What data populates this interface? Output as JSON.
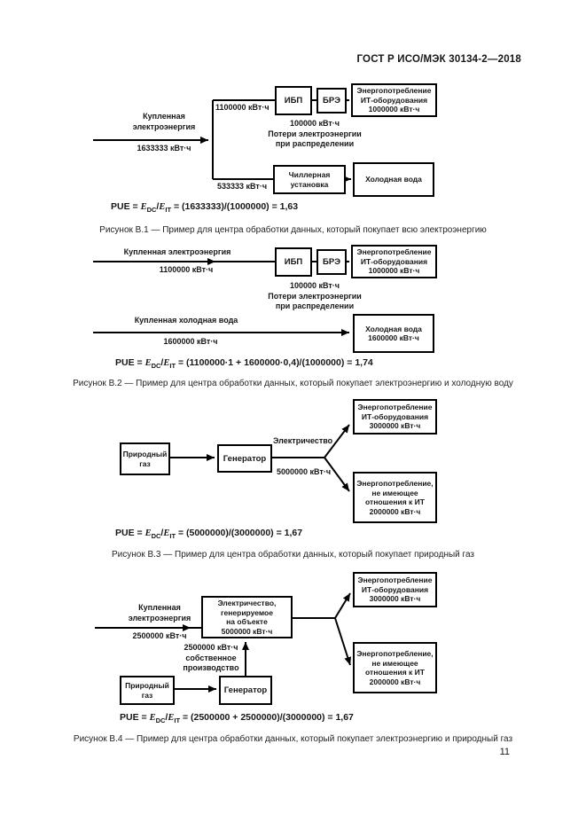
{
  "header": {
    "standard": "ГОСТ Р ИСО/МЭК 30134-2—2018",
    "page_number": "11"
  },
  "formula_parts": {
    "pue": "PUE = ",
    "e": "E",
    "dc": "DC",
    "slash": "/",
    "it": "IT"
  },
  "fig1": {
    "source_label": "Купленная\nэлектроэнергия",
    "source_value": "1633333 кВт·ч",
    "top_branch_value": "1100000 кВт·ч",
    "ups_label": "ИБП",
    "pdu_label": "БРЭ",
    "it_box": "Энергопотребление\nИТ-оборудования\n1000000 кВт·ч",
    "losses_note": "100000 кВт·ч\nПотери электроэнергии\nпри распределении",
    "bottom_branch_value": "533333 кВт·ч",
    "chiller_box": "Чиллерная\nустановка",
    "water_box": "Холодная вода",
    "formula_tail": " = (1633333)/(1000000) = 1,63",
    "caption": "Рисунок В.1 — Пример для центра обработки данных, который покупает всю электроэнергию"
  },
  "fig2": {
    "power_label": "Купленная электроэнергия",
    "power_value": "1100000 кВт·ч",
    "ups_label": "ИБП",
    "pdu_label": "БРЭ",
    "it_box": "Энергопотребление\nИТ-оборудования\n1000000 кВт·ч",
    "losses_note": "100000 кВт·ч\nПотери электроэнергии\nпри распределении",
    "water_label": "Купленная холодная вода",
    "water_value": "1600000 кВт·ч",
    "water_box": "Холодная вода\n1600000 кВт·ч",
    "formula_tail": " = (1100000·1 + 1600000·0,4)/(1000000) = 1,74",
    "caption": "Рисунок В.2 — Пример для центра обработки данных, который покупает электроэнергию и холодную воду"
  },
  "fig3": {
    "gas_box": "Природный\nгаз",
    "generator_box": "Генератор",
    "electricity_label": "Электричество",
    "electricity_value": "5000000 кВт·ч",
    "it_box": "Энергопотребление\nИТ-оборудования\n3000000 кВт·ч",
    "non_it_box": "Энергопотребление,\nне имеющее\nотношения к ИТ\n2000000 кВт·ч",
    "formula_tail": " = (5000000)/(3000000) = 1,67",
    "caption": "Рисунок В.3 — Пример для центра обработки данных, который покупает природный газ"
  },
  "fig4": {
    "source_label": "Купленная\nэлектроэнергия",
    "source_value": "2500000 кВт·ч",
    "electricity_box": "Электричество,\nгенерируемое\nна объекте\n5000000 кВт·ч",
    "own_production_note": "2500000 кВт·ч\nсобственное\nпроизводство",
    "gas_box": "Природный\nгаз",
    "generator_box": "Генератор",
    "it_box": "Энергопотребление\nИТ-оборудования\n3000000 кВт·ч",
    "non_it_box": "Энергопотребление,\nне имеющее\nотношения к ИТ\n2000000 кВт·ч",
    "formula_tail": " = (2500000 + 2500000)/(3000000) = 1,67",
    "caption": "Рисунок В.4 — Пример для центра обработки данных, который покупает электроэнергию и природный газ"
  }
}
